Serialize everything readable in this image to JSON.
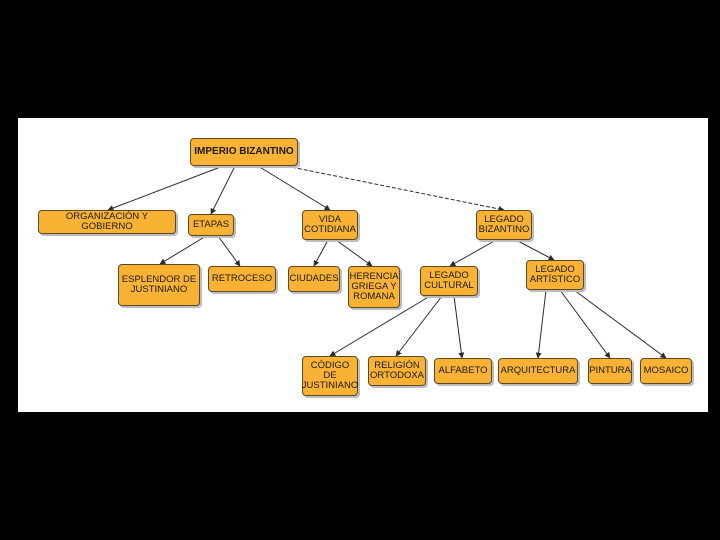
{
  "colors": {
    "node_fill": "#f9b233",
    "node_border": "#5a4a2a",
    "edge": "#2b2b2b",
    "background": "#000000",
    "panel": "#ffffff"
  },
  "nodes": {
    "imperio": "IMPERIO BIZANTINO",
    "organizacion": "ORGANIZACIÓN Y GOBIERNO",
    "etapas": "ETAPAS",
    "vida": "VIDA\nCOTIDIANA",
    "legado_bizantino": "LEGADO\nBIZANTINO",
    "esplendor": "ESPLENDOR DE\nJUSTINIANO",
    "retroceso": "RETROCESO",
    "ciudades": "CIUDADES",
    "herencia": "HERENCIA\nGRIEGA Y\nROMANA",
    "legado_cultural": "LEGADO\nCULTURAL",
    "legado_artistico": "LEGADO\nARTÍSTICO",
    "codigo": "CÓDIGO\nDE\nJUSTINIANO",
    "religion": "RELIGIÓN\nORTODOXA",
    "alfabeto": "ALFABETO",
    "arquitectura": "ARQUITECTURA",
    "pintura": "PINTURA",
    "mosaico": "MOSAICO"
  }
}
